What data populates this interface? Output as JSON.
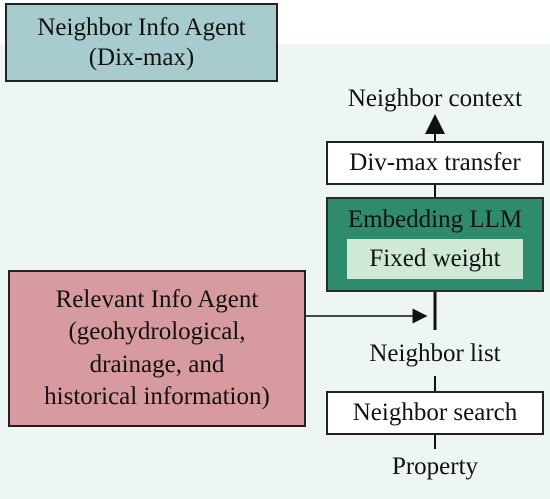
{
  "title_box": {
    "line1": "Neighbor Info Agent",
    "line2": "(Dix-max)"
  },
  "neighbor_context_label": "Neighbor context",
  "divmax_transfer_label": "Div-max transfer",
  "embedding_llm": {
    "title": "Embedding LLM",
    "inner": "Fixed weight"
  },
  "relevant_agent": {
    "lines": [
      "Relevant Info Agent",
      "(geohydrological,",
      "drainage, and",
      "historical information)"
    ]
  },
  "neighbor_list_label": "Neighbor list",
  "neighbor_search_label": "Neighbor search",
  "property_label": "Property",
  "colors": {
    "panel_bg": "#eef5f5",
    "title_box": "#a8cccd",
    "embedding_box": "#2e8b6d",
    "fixed_weight": "#cfe9d6",
    "relevant_box": "#d69aa0"
  }
}
